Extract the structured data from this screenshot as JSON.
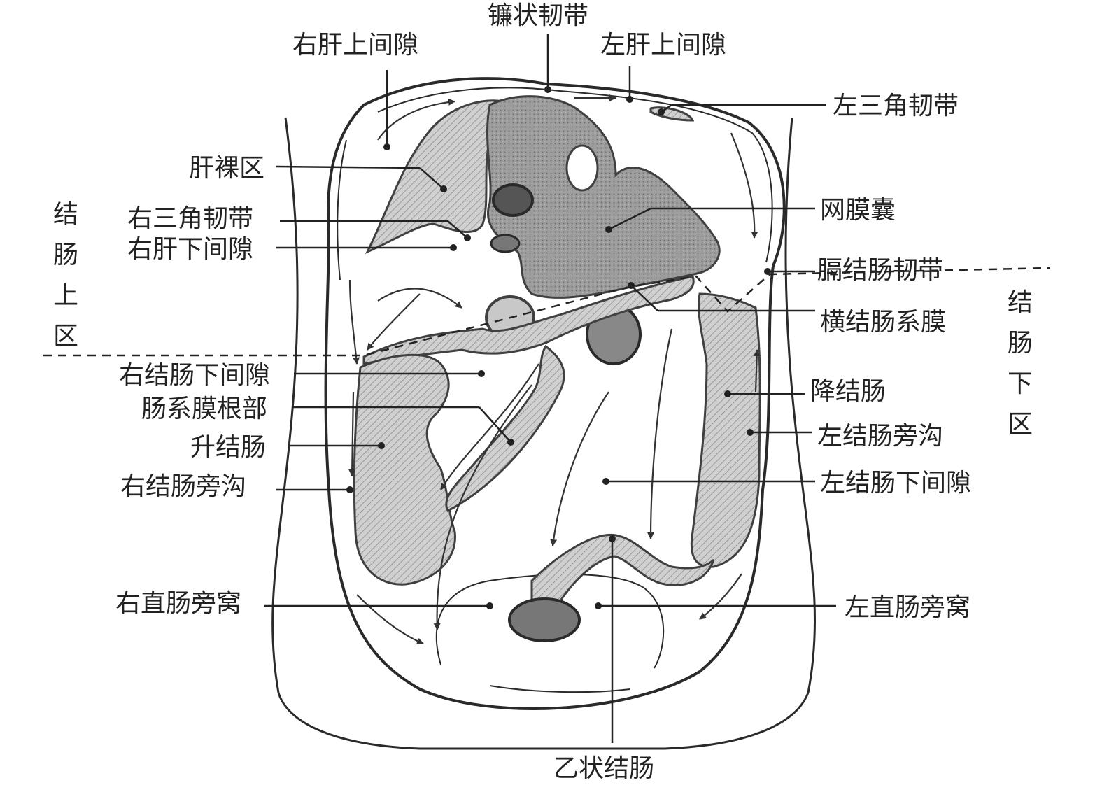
{
  "labels": {
    "falciform_ligament": "镰状韧带",
    "right_suprahepatic_space": "右肝上间隙",
    "left_suprahepatic_space": "左肝上间隙",
    "left_triangular_ligament": "左三角韧带",
    "bare_area_of_liver": "肝裸区",
    "right_triangular_ligament": "右三角韧带",
    "right_subhepatic_space": "右肝下间隙",
    "omental_bursa": "网膜囊",
    "phrenicocolic_ligament": "膈结肠韧带",
    "transverse_mesocolon": "横结肠系膜",
    "right_infracolic_space": "右结肠下间隙",
    "root_of_mesentery": "肠系膜根部",
    "ascending_colon": "升结肠",
    "right_paracolic_gutter": "右结肠旁沟",
    "descending_colon": "降结肠",
    "left_paracolic_gutter": "左结肠旁沟",
    "left_infracolic_space": "左结肠下间隙",
    "right_pararectal_fossa": "右直肠旁窝",
    "left_pararectal_fossa": "左直肠旁窝",
    "sigmoid_colon": "乙状结肠"
  },
  "regions": {
    "supracolic": [
      "结",
      "肠",
      "上",
      "区"
    ],
    "infracolic": [
      "结",
      "肠",
      "下",
      "区"
    ]
  }
}
